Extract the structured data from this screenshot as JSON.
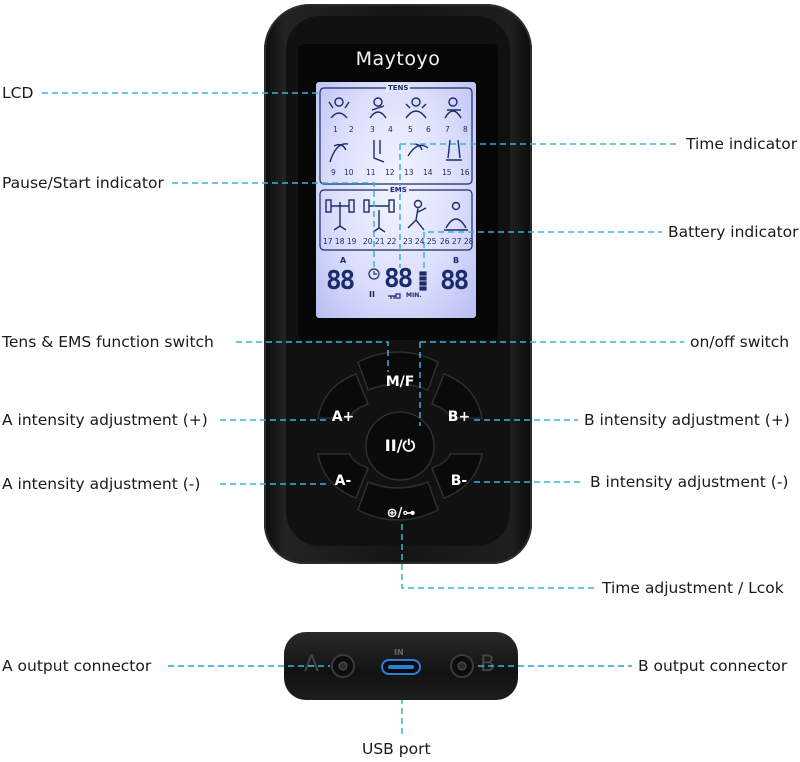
{
  "brand": "Maytoyo",
  "lcd": {
    "tens_label": "TENS",
    "ems_label": "EMS",
    "tens_row1_numbers": [
      "1",
      "2",
      "3",
      "4",
      "5",
      "6",
      "7",
      "8"
    ],
    "tens_row2_numbers": [
      "9",
      "10",
      "11",
      "12",
      "13",
      "14",
      "15",
      "16"
    ],
    "ems_numbers": [
      "17 18 19",
      "20 21 22",
      "23 24 25",
      "26 27 28"
    ],
    "channel_a": "A",
    "channel_b": "B",
    "seg_a": "88",
    "seg_time": "88",
    "seg_b": "88",
    "pause_symbol": "II",
    "min_label": "MIN."
  },
  "buttons": {
    "mf": "M/F",
    "a_plus": "A+",
    "a_minus": "A-",
    "b_plus": "B+",
    "b_minus": "B-",
    "power": "II/⏻",
    "time_lock": "⊕/⊶"
  },
  "connector": {
    "a": "A",
    "b": "B",
    "in": "IN"
  },
  "labels": {
    "lcd": "LCD",
    "time_indicator": "Time indicator",
    "pause_start": "Pause/Start indicator",
    "battery": "Battery indicator",
    "tens_ems_switch": "Tens & EMS function switch",
    "onoff": "on/off switch",
    "a_plus": "A intensity adjustment (+)",
    "b_plus": "B intensity adjustment (+)",
    "a_minus": "A intensity adjustment (-)",
    "b_minus": "B intensity adjustment (-)",
    "time_lock": "Time adjustment / Lcok",
    "a_output": "A output connector",
    "b_output": "B output connector",
    "usb": "USB port"
  },
  "colors": {
    "leader": "#3ab4d8",
    "device": "#151515",
    "lcd_text": "#1b2a6a",
    "lcd_bg": "#dcdffc"
  }
}
